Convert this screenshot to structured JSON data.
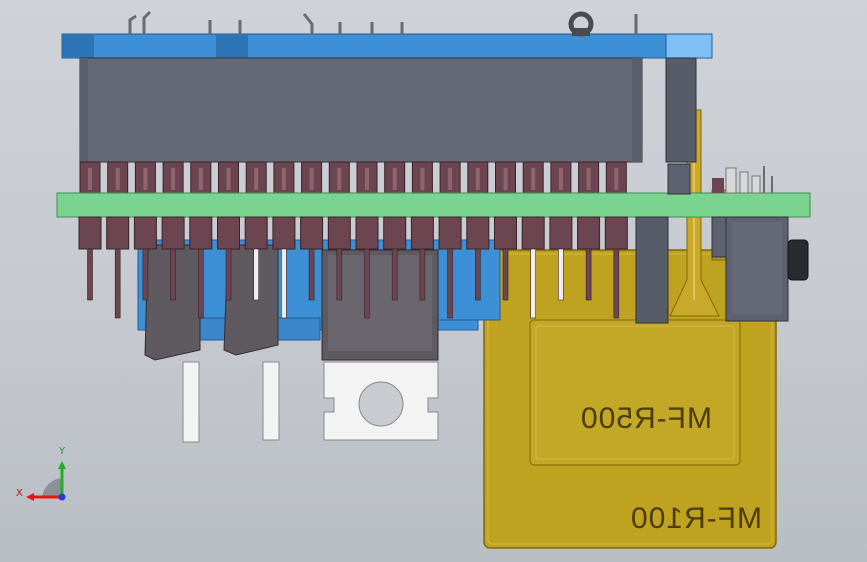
{
  "viewport": {
    "background": "#c8ccd1"
  },
  "colors": {
    "blue_board": "#3d8fd6",
    "blue_dark": "#1e5e96",
    "green_pcb": "#7ad48f",
    "chip_body": "#666a78",
    "pin": "#6b4550",
    "yellow_housing": "#bfa320",
    "yellow_edge": "#8f7710",
    "white_tab": "#f3f3f3",
    "axis_x": "#e01818",
    "axis_y": "#1fae2f",
    "axis_z": "#2838d8"
  },
  "labels": {
    "inner_part": "MF-R500",
    "outer_part": "MF-R100"
  },
  "triad": {
    "x_label": "X",
    "y_label": "Y"
  }
}
